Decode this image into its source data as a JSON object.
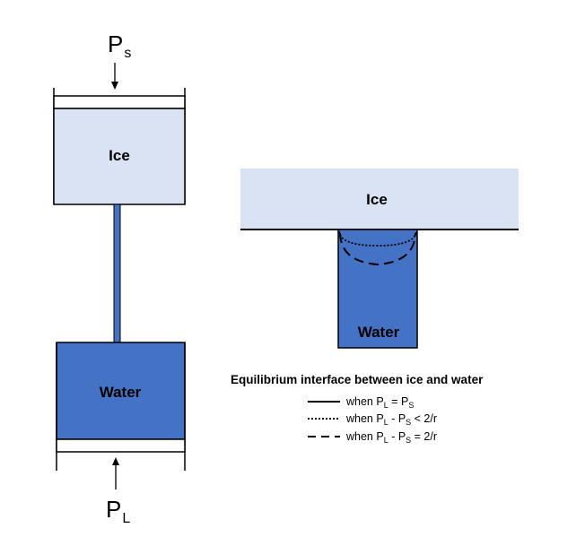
{
  "left_apparatus": {
    "top_pressure": {
      "symbol": "P",
      "subscript": "s"
    },
    "ice_label": "Ice",
    "water_label": "Water",
    "bottom_pressure": {
      "symbol": "P",
      "subscript": "L"
    }
  },
  "right_detail": {
    "ice_label": "Ice",
    "water_label": "Water"
  },
  "legend": {
    "title": "Equilibrium interface between ice and water",
    "items": [
      {
        "style": "solid",
        "prefix": "when P",
        "sub1": "L",
        "middle": " = P",
        "sub2": "S",
        "suffix": ""
      },
      {
        "style": "dotted",
        "prefix": "when P",
        "sub1": "L",
        "middle": " - P",
        "sub2": "S",
        "suffix": " < 2/r"
      },
      {
        "style": "dashed",
        "prefix": "when P",
        "sub1": "L",
        "middle": " - P",
        "sub2": "S",
        "suffix": " = 2/r"
      }
    ]
  },
  "colors": {
    "ice": "#dae3f3",
    "water": "#4472c4",
    "outline": "#000000"
  }
}
